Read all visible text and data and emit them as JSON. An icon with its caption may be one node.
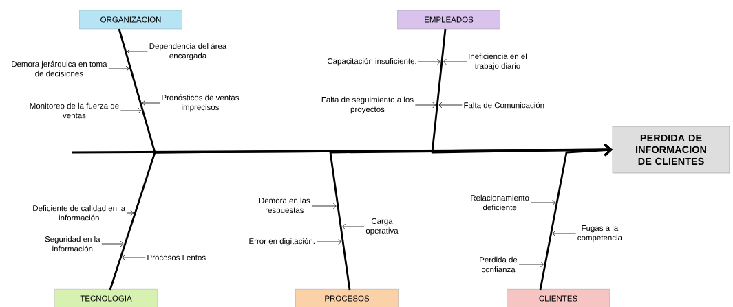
{
  "diagram": {
    "nodes": [
      {
        "text": [
          "ORGANIZACION"
        ]
      },
      {
        "text": [
          "EMPLEADOS"
        ]
      },
      {
        "text": [
          "PERDIDA DE INFORMACION DE CLIENTES"
        ]
      },
      {
        "text": [
          "TECNOLOGIA"
        ]
      },
      {
        "text": [
          "PROCESOS"
        ]
      },
      {
        "text": [
          "CLIENTES"
        ]
      },
      {
        "text": [
          "Dependencia del área encargada"
        ]
      },
      {
        "text": [
          "Demora jerárquica en toma de decisiones"
        ]
      },
      {
        "text": [
          "Pronósticos de ventas imprecisos"
        ]
      },
      {
        "text": [
          "Monitoreo de la fuerza de ventas"
        ]
      },
      {
        "text": [
          "Capacitación insuficiente."
        ]
      },
      {
        "text": [
          "Ineficiencia en el trabajo diario"
        ]
      },
      {
        "text": [
          "Falta de seguimiento a los proyectos"
        ]
      },
      {
        "text": [
          "Falta de Comunicación"
        ]
      },
      {
        "text": [
          "Deficiente de calidad en la información"
        ]
      },
      {
        "text": [
          "Seguridad en la información"
        ]
      },
      {
        "text": [
          "Procesos Lentos"
        ]
      },
      {
        "text": [
          "Demora en las respuestas"
        ]
      },
      {
        "text": [
          "Carga operativa"
        ]
      },
      {
        "text": [
          "Error en digitación."
        ]
      },
      {
        "text": [
          "Relacionamiento deficiente"
        ]
      },
      {
        "text": [
          "Fugas a la competencia"
        ]
      },
      {
        "text": [
          "Perdida de confianza"
        ]
      }
    ],
    "edges": [
      {
        "from": null,
        "to": 2,
        "arrow": "to",
        "style": "thick"
      },
      {
        "from": 0,
        "to": 2,
        "arrow": "to",
        "style": "thick"
      },
      {
        "from": 1,
        "to": 2,
        "arrow": "to",
        "style": "thick"
      },
      {
        "from": 3,
        "to": 2,
        "arrow": "to",
        "style": "thick"
      },
      {
        "from": 4,
        "to": 2,
        "arrow": "to",
        "style": "thick"
      },
      {
        "from": 5,
        "to": 2,
        "arrow": "to",
        "style": "thick"
      },
      {
        "from": 6,
        "to": null,
        "arrow": "to"
      },
      {
        "from": 7,
        "to": null,
        "arrow": "to"
      },
      {
        "from": 8,
        "to": null,
        "arrow": "to"
      },
      {
        "from": 9,
        "to": null,
        "arrow": "to"
      },
      {
        "from": 10,
        "to": null,
        "arrow": "to"
      },
      {
        "from": 11,
        "to": null,
        "arrow": "to"
      },
      {
        "from": 12,
        "to": null,
        "arrow": "to"
      },
      {
        "from": 13,
        "to": null,
        "arrow": "to"
      },
      {
        "from": 14,
        "to": null,
        "arrow": "to"
      },
      {
        "from": 15,
        "to": null,
        "arrow": "to"
      },
      {
        "from": 16,
        "to": null,
        "arrow": "to"
      },
      {
        "from": 17,
        "to": null,
        "arrow": "to"
      },
      {
        "from": 18,
        "to": null,
        "arrow": "to"
      },
      {
        "from": 19,
        "to": null,
        "arrow": "to"
      },
      {
        "from": 20,
        "to": null,
        "arrow": "to"
      },
      {
        "from": 21,
        "to": null,
        "arrow": "to"
      },
      {
        "from": 22,
        "to": null,
        "arrow": "to"
      }
    ]
  }
}
